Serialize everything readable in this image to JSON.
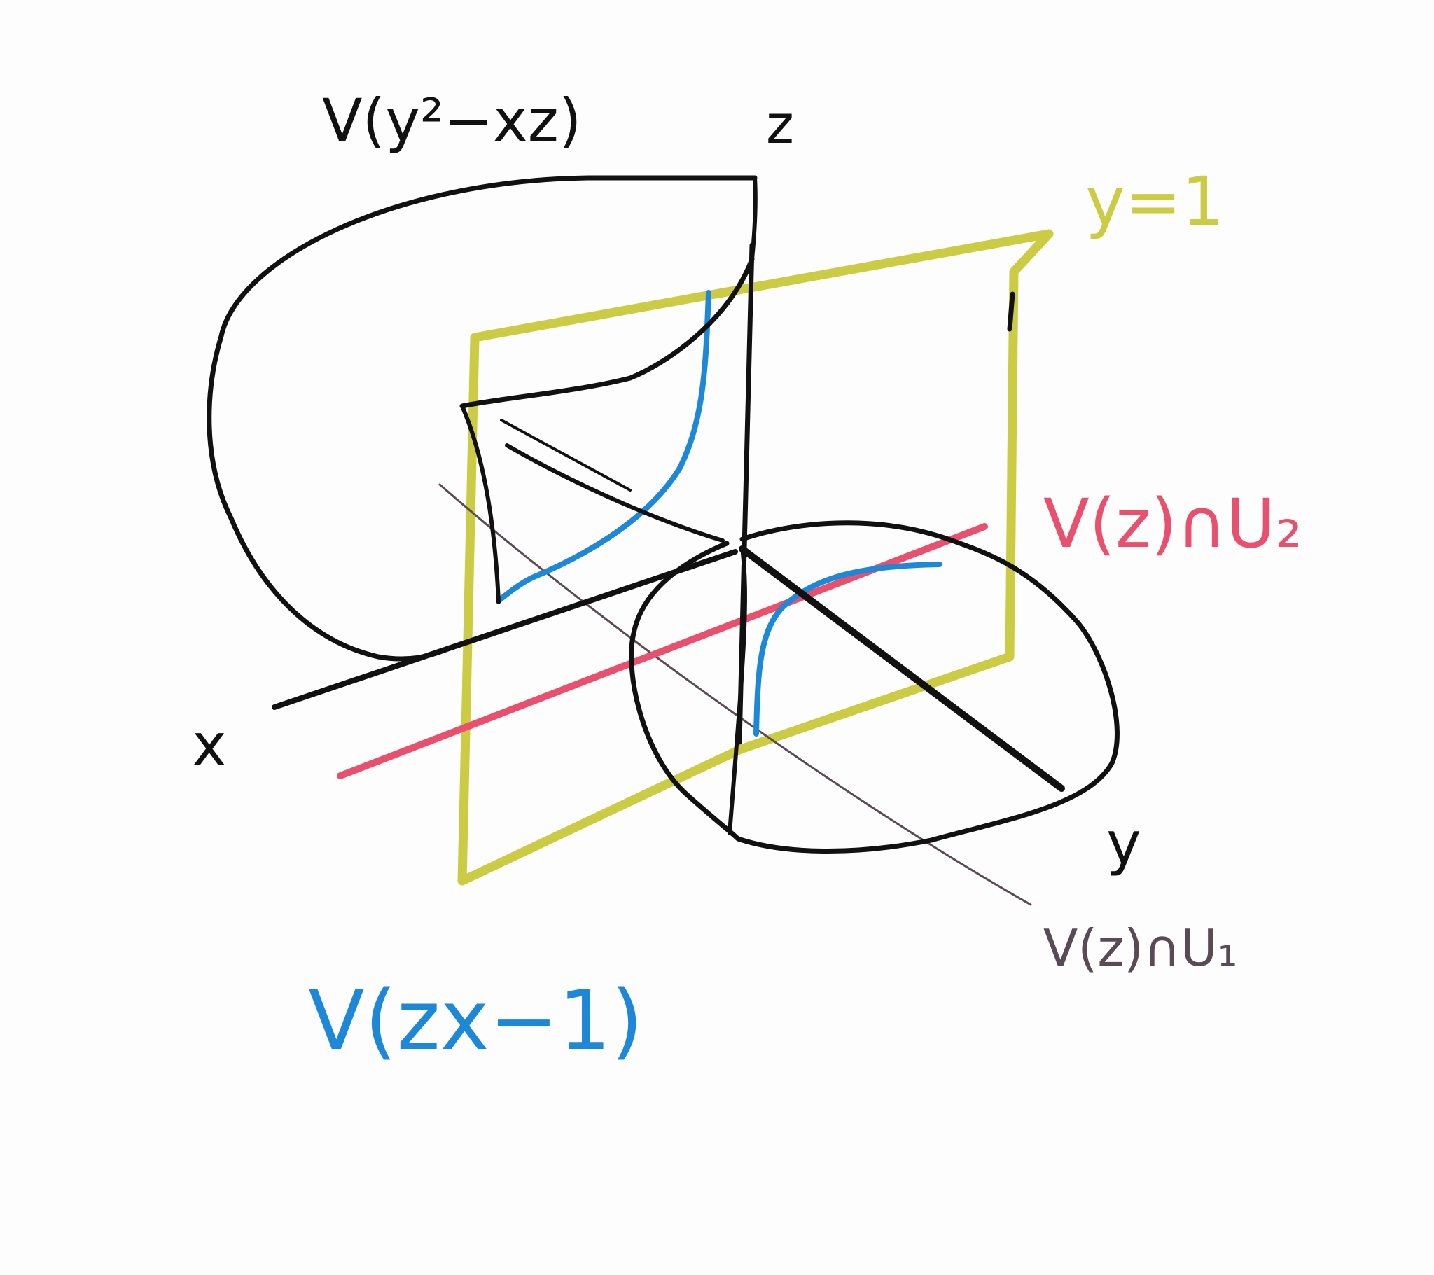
{
  "labels": {
    "cone_surface": "V(y²−xz)",
    "z_axis": "z",
    "x_axis": "x",
    "y_axis": "y",
    "plane": "y=1",
    "red_line": "V(z)∩U₂",
    "thin_line": "V(z)∩U₁",
    "hyperbola": "V(zx−1)"
  },
  "colors": {
    "black_ink": "#111111",
    "plane_yellow": "#cccc44",
    "hyperbola_blue": "#1e88d8",
    "line_red": "#e8506e",
    "thin_line_gray": "#5a4a55",
    "paper": "#fdfdfd"
  }
}
